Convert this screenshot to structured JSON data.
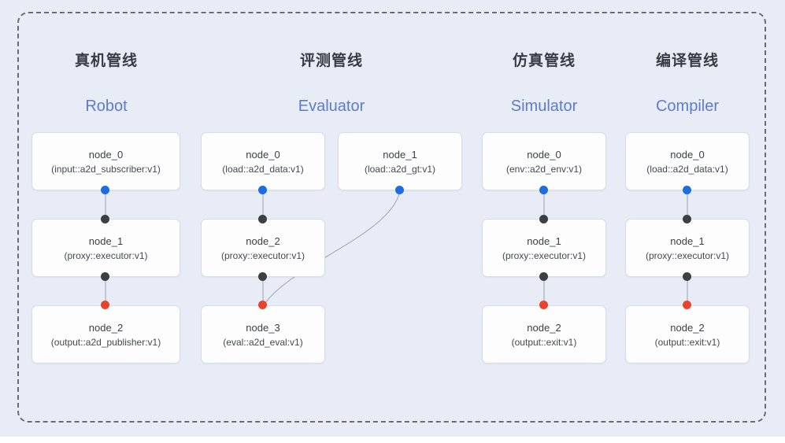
{
  "diagram": {
    "pipelines": [
      {
        "title_zh": "真机管线",
        "title_en": "Robot",
        "nodes": [
          {
            "name": "node_0",
            "type": "(input::a2d_subscriber:v1)"
          },
          {
            "name": "node_1",
            "type": "(proxy::executor:v1)"
          },
          {
            "name": "node_2",
            "type": "(output::a2d_publisher:v1)"
          }
        ]
      },
      {
        "title_zh": "评测管线",
        "title_en": "Evaluator",
        "nodes": [
          {
            "name": "node_0",
            "type": "(load::a2d_data:v1)"
          },
          {
            "name": "node_1",
            "type": "(load::a2d_gt:v1)"
          },
          {
            "name": "node_2",
            "type": "(proxy::executor:v1)"
          },
          {
            "name": "node_3",
            "type": "(eval::a2d_eval:v1)"
          }
        ]
      },
      {
        "title_zh": "仿真管线",
        "title_en": "Simulator",
        "nodes": [
          {
            "name": "node_0",
            "type": "(env::a2d_env:v1)"
          },
          {
            "name": "node_1",
            "type": "(proxy::executor:v1)"
          },
          {
            "name": "node_2",
            "type": "(output::exit:v1)"
          }
        ]
      },
      {
        "title_zh": "编译管线",
        "title_en": "Compiler",
        "nodes": [
          {
            "name": "node_0",
            "type": "(load::a2d_data:v1)"
          },
          {
            "name": "node_1",
            "type": "(proxy::executor:v1)"
          },
          {
            "name": "node_2",
            "type": "(output::exit:v1)"
          }
        ]
      }
    ],
    "colors": {
      "background": "#e8ecf7",
      "frame_dash": "#686c74",
      "header_en_blue": "#5b7dc9",
      "edge": "#99a1ae",
      "port_output_blue": "#1f6be0",
      "port_input_dark": "#3d3f42",
      "port_result_red": "#e8442c"
    }
  }
}
